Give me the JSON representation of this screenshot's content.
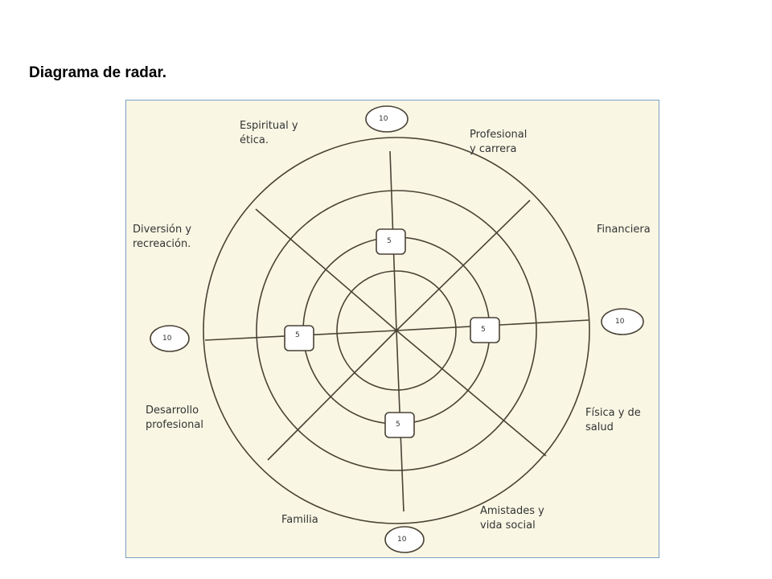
{
  "title": "Diagrama de radar.",
  "colors": {
    "background": "#f9f7e4",
    "stroke": "#4a4236",
    "frame": "#7a9fc6",
    "text": "#333333"
  },
  "categories": [
    {
      "id": "espiritual",
      "lines": [
        "Espiritual y",
        "ética."
      ]
    },
    {
      "id": "profesional",
      "lines": [
        "Profesional",
        "y carrera"
      ]
    },
    {
      "id": "financiera",
      "lines": [
        "Financiera"
      ]
    },
    {
      "id": "fisica",
      "lines": [
        "Física y de",
        "salud"
      ]
    },
    {
      "id": "amistades",
      "lines": [
        "Amistades y",
        "vida social"
      ]
    },
    {
      "id": "familia",
      "lines": [
        "Familia"
      ]
    },
    {
      "id": "desarrollo",
      "lines": [
        "Desarrollo",
        "profesional"
      ]
    },
    {
      "id": "diversion",
      "lines": [
        "Diversión y",
        "recreación."
      ]
    }
  ],
  "scale_labels": {
    "max": "10",
    "mid": "5"
  }
}
